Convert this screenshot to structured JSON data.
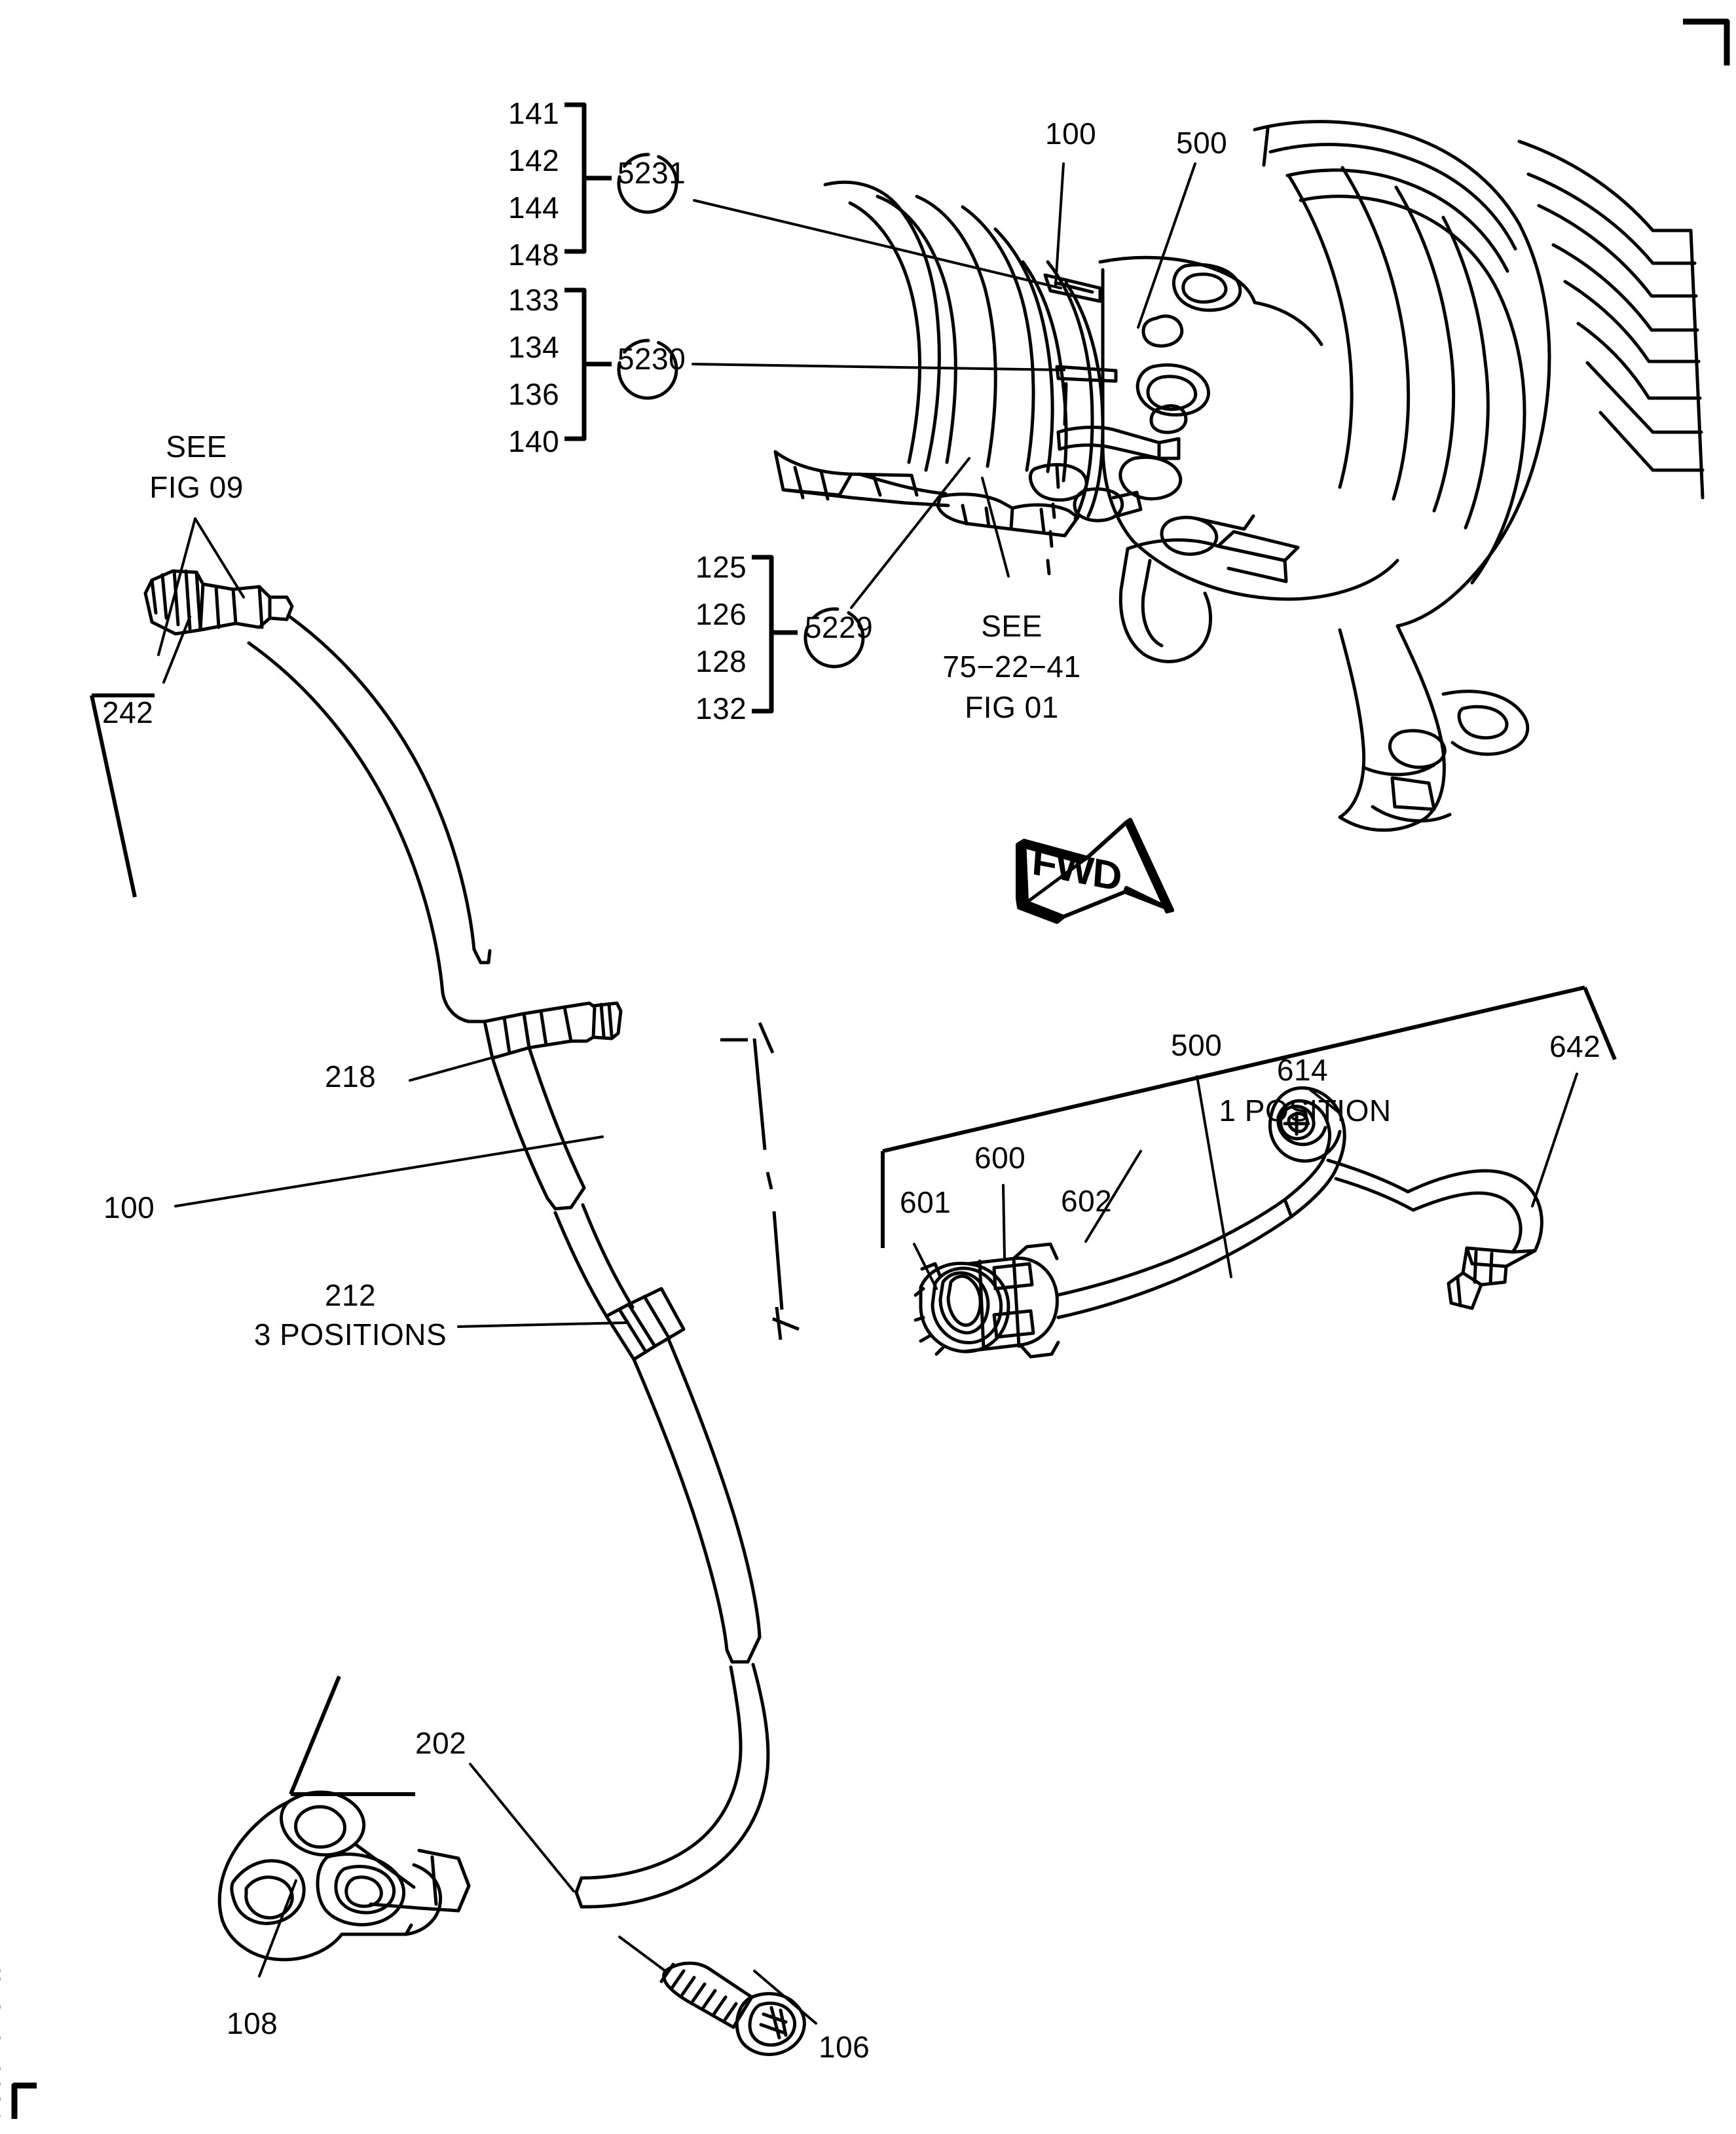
{
  "document": {
    "drawing_id": "de0016162a",
    "type": "aircraft-parts-illustration",
    "ink_color": "#000000",
    "background_color": "#ffffff"
  },
  "corner_marks": {
    "top_right": "L-shaped registration mark",
    "bottom_left": "L-shaped registration mark"
  },
  "callout_groups": [
    {
      "id": "group-5231",
      "circle_label": "5231",
      "items": [
        "141",
        "142",
        "144",
        "148"
      ]
    },
    {
      "id": "group-5230",
      "circle_label": "5230",
      "items": [
        "133",
        "134",
        "136",
        "140"
      ]
    },
    {
      "id": "group-5229",
      "circle_label": "5229",
      "items": [
        "125",
        "126",
        "128",
        "132"
      ]
    }
  ],
  "references": [
    {
      "id": "see-fig-09",
      "lines": [
        "SEE",
        "FIG 09"
      ]
    },
    {
      "id": "see-75-22-41-fig-01",
      "lines": [
        "SEE",
        "75−22−41",
        "FIG 01"
      ]
    }
  ],
  "item_labels": [
    {
      "id": "label-100-top",
      "text": "100"
    },
    {
      "id": "label-500-top",
      "text": "500"
    },
    {
      "id": "label-242",
      "text": "242"
    },
    {
      "id": "label-218",
      "text": "218"
    },
    {
      "id": "label-100-left",
      "text": "100"
    },
    {
      "id": "label-212",
      "text": "212"
    },
    {
      "id": "label-212-qty",
      "text": "3 POSITIONS"
    },
    {
      "id": "label-202",
      "text": "202"
    },
    {
      "id": "label-108",
      "text": "108"
    },
    {
      "id": "label-106",
      "text": "106"
    },
    {
      "id": "label-601",
      "text": "601"
    },
    {
      "id": "label-600",
      "text": "600"
    },
    {
      "id": "label-602",
      "text": "602"
    },
    {
      "id": "label-500-lower",
      "text": "500"
    },
    {
      "id": "label-614",
      "text": "614"
    },
    {
      "id": "label-614-qty",
      "text": "1 POSITION"
    },
    {
      "id": "label-642",
      "text": "642"
    }
  ],
  "direction_indicator": {
    "id": "fwd-arrow",
    "text": "FWD",
    "style": "3d-block-arrow-pointing-right"
  }
}
